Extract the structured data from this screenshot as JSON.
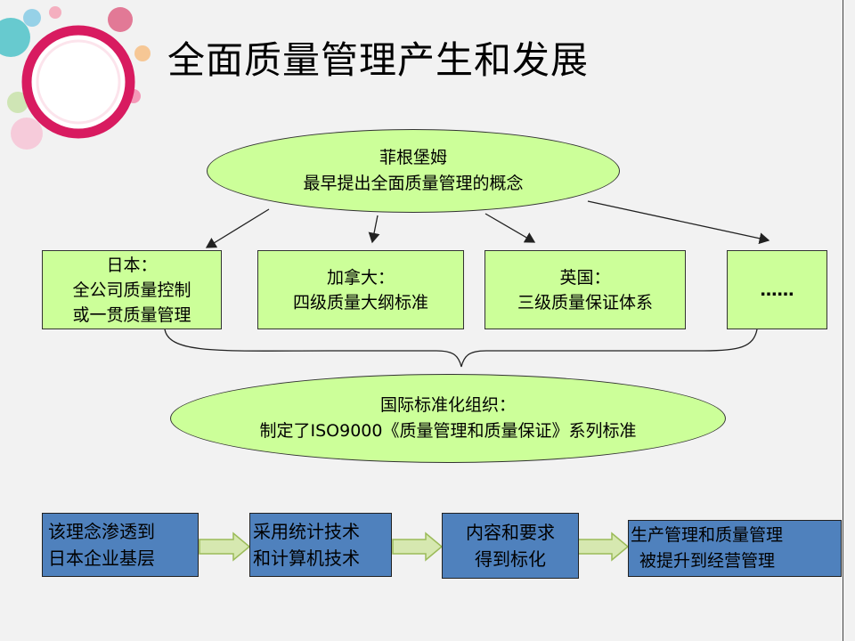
{
  "title": "全面质量管理产生和发展",
  "origin": {
    "line1": "菲根堡姆",
    "line2": "最早提出全面质量管理的概念"
  },
  "countries": [
    {
      "line1": "日本：",
      "line2": "全公司质量控制",
      "line3": "或一贯质量管理"
    },
    {
      "line1": "加拿大：",
      "line2": "四级质量大纲标准"
    },
    {
      "line1": "英国：",
      "line2": "三级质量保证体系"
    },
    {
      "line1": "……"
    }
  ],
  "iso": {
    "line1": "国际标准化组织：",
    "line2": "制定了ISO9000《质量管理和质量保证》系列标准"
  },
  "steps": [
    {
      "line1": "该理念渗透到",
      "line2": "日本企业基层"
    },
    {
      "line1": "采用统计技术",
      "line2": "和计算机技术"
    },
    {
      "line1": "内容和要求",
      "line2": "得到标化"
    },
    {
      "line1": "生产管理和质量管理",
      "line2": "被提升到经营管理"
    }
  ],
  "colors": {
    "background": "#f2f2f2",
    "green_fill": "#ccff99",
    "blue_fill": "#4f81bd",
    "logo_ring": "#d81b60"
  }
}
